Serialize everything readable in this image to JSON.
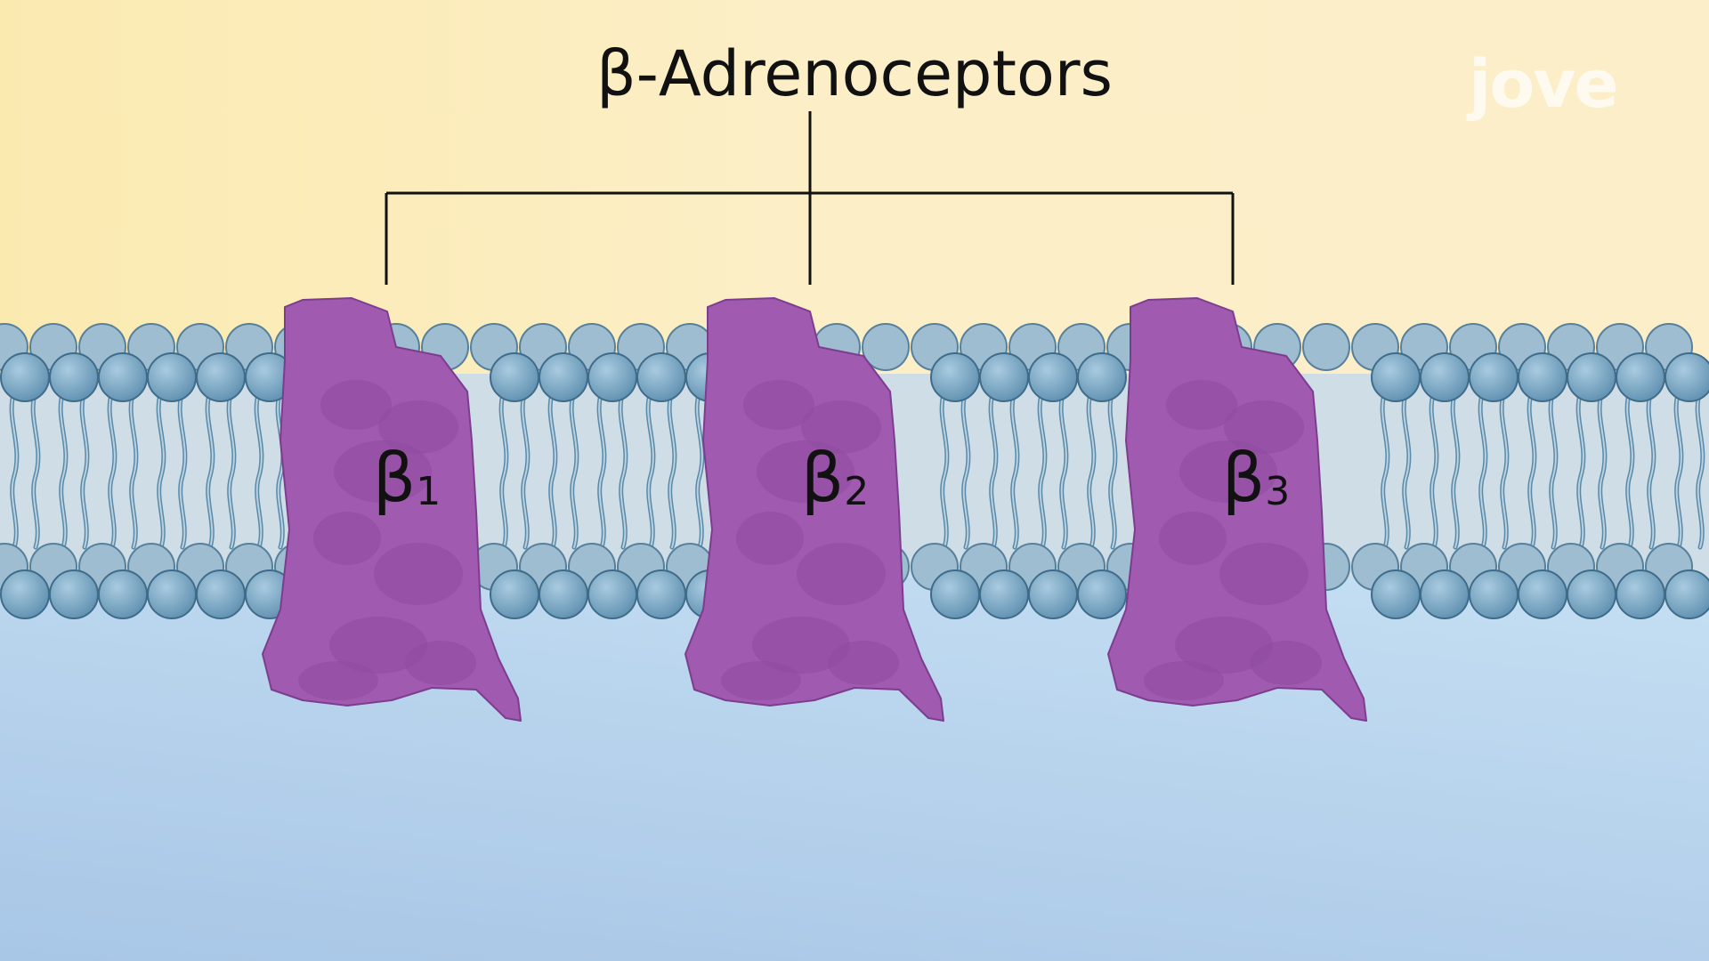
{
  "diagram": {
    "title": "β-Adrenoceptors",
    "receptors": [
      {
        "symbol": "β",
        "subscript": "1"
      },
      {
        "symbol": "β",
        "subscript": "2"
      },
      {
        "symbol": "β",
        "subscript": "3"
      }
    ],
    "watermark": "jove",
    "colors": {
      "extracellular": "#fcefc8",
      "intracellular": "#bcd8ee",
      "receptor": "#a05ab0",
      "lipid_head": "#6f9dbb",
      "lipid_tail": "#5a8aa8"
    }
  }
}
